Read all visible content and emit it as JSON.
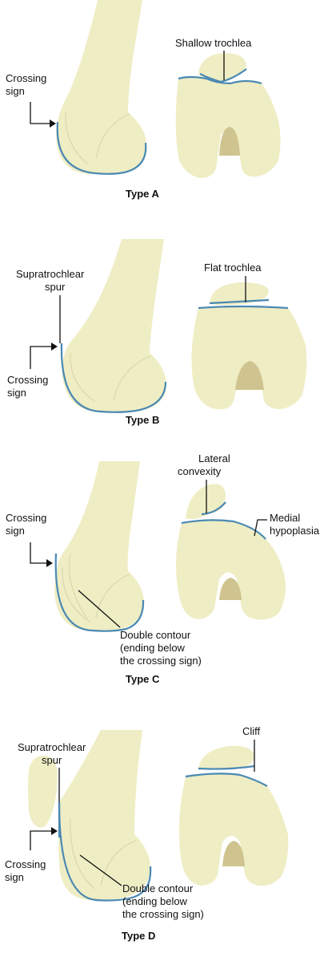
{
  "panels": [
    {
      "type_label": "Type A",
      "crossing_sign": [
        "Crossing",
        "sign"
      ],
      "trochlea_label": "Shallow trochlea"
    },
    {
      "type_label": "Type B",
      "spur_label": [
        "Supratrochlear",
        "spur"
      ],
      "crossing_sign": [
        "Crossing",
        "sign"
      ],
      "trochlea_label": "Flat trochlea"
    },
    {
      "type_label": "Type C",
      "crossing_sign": [
        "Crossing",
        "sign"
      ],
      "convexity_label": [
        "Lateral",
        "convexity"
      ],
      "hypoplasia_label": [
        "Medial",
        "hypoplasia"
      ],
      "double_contour": [
        "Double contour",
        "(ending below",
        "the crossing sign)"
      ]
    },
    {
      "type_label": "Type D",
      "spur_label": [
        "Supratrochlear",
        "spur"
      ],
      "crossing_sign": [
        "Crossing",
        "sign"
      ],
      "cliff_label": "Cliff",
      "double_contour": [
        "Double contour",
        "(ending below",
        "the crossing sign)"
      ]
    }
  ],
  "colors": {
    "bone_fill": "#efedc4",
    "cartilage_outline": "#4a89b3",
    "notch_shadow": "#cfc48f"
  }
}
